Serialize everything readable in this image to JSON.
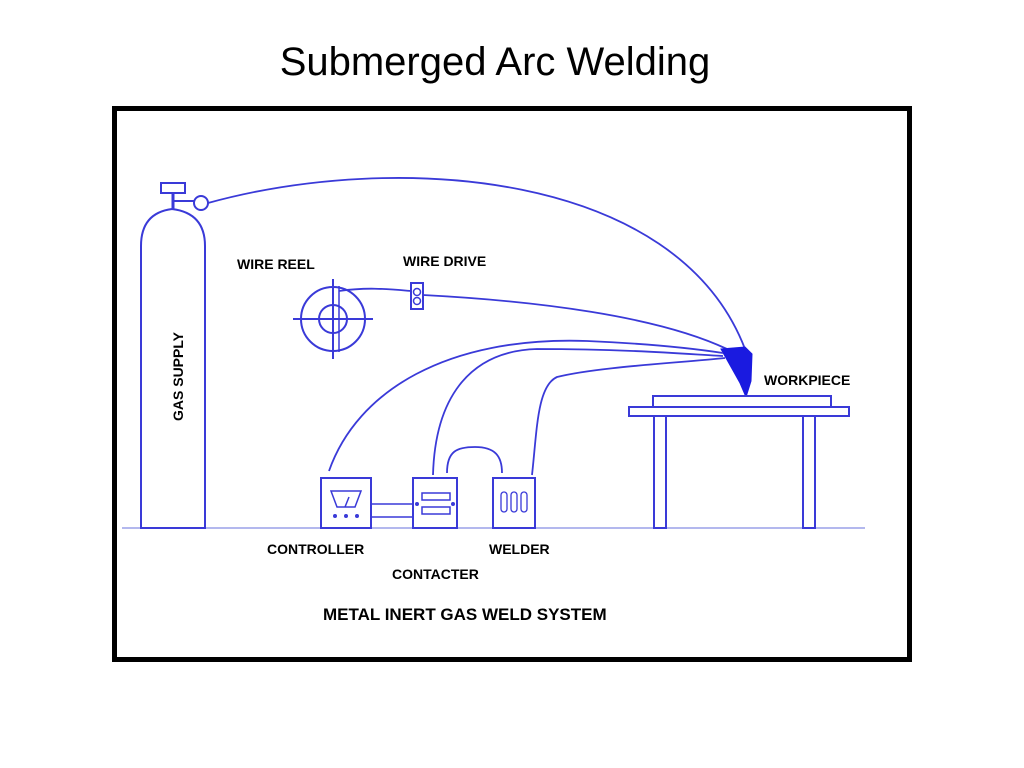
{
  "title": "Submerged Arc Welding",
  "diagram": {
    "system_title": "METAL INERT GAS WELD SYSTEM",
    "labels": {
      "gas_supply": "GAS SUPPLY",
      "wire_reel": "WIRE REEL",
      "wire_drive": "WIRE DRIVE",
      "workpiece": "WORKPIECE",
      "controller": "CONTROLLER",
      "contacter": "CONTACTER",
      "welder": "WELDER"
    },
    "colors": {
      "line": "#3a3ad8",
      "torch": "#1a1ae0",
      "frame": "#000000"
    }
  }
}
